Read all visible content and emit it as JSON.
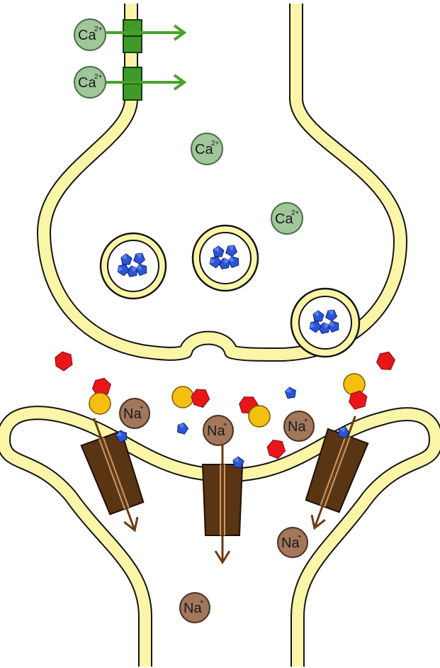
{
  "colors": {
    "membrane_fill": "#fbf5a8",
    "membrane_stroke": "#141414",
    "calcium": "#9fc79a",
    "sodium": "#a3775c",
    "calcium_channel": "#3f9a2a",
    "sodium_channel": "#5a3514",
    "neurotransmitter": "#2b55d8",
    "blocker_red": "#e8161b",
    "blocker_yellow": "#f4bf0e"
  },
  "ions": {
    "calcium": {
      "symbol": "Ca",
      "charge": "2+"
    },
    "sodium": {
      "symbol": "Na",
      "charge": "+"
    }
  },
  "icons": {
    "calcium_channel": "green-calcium-channel-icon",
    "sodium_channel": "brown-sodium-channel-icon",
    "neurotransmitter": "blue-neurotransmitter-icon",
    "vesicle": "synaptic-vesicle-icon"
  }
}
